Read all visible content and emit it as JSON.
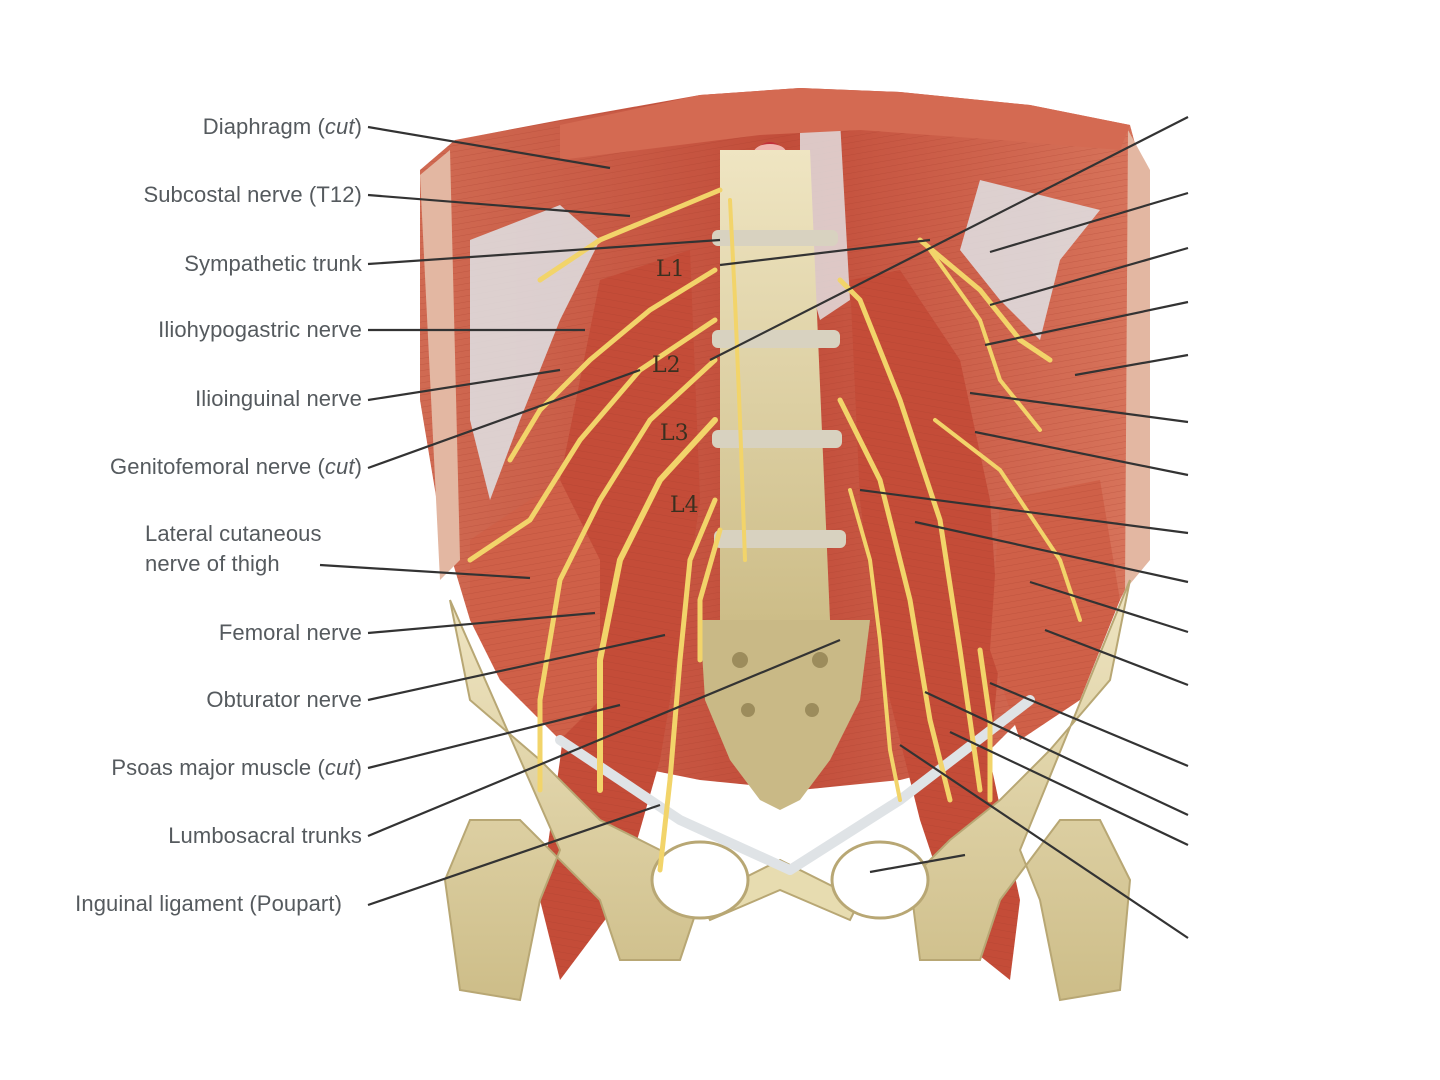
{
  "labels_left": [
    {
      "id": "diaphragm",
      "text": "Diaphragm (",
      "italic": "cut",
      "suffix": ")"
    },
    {
      "id": "subcostal",
      "text": "Subcostal nerve (T12)"
    },
    {
      "id": "sympathetic",
      "text": "Sympathetic trunk"
    },
    {
      "id": "iliohypogastric",
      "text": "Iliohypogastric nerve"
    },
    {
      "id": "ilioinguinal",
      "text": "Ilioinguinal nerve"
    },
    {
      "id": "genitofemoral",
      "text": "Genitofemoral nerve (",
      "italic": "cut",
      "suffix": ")"
    },
    {
      "id": "lateral-cutaneous",
      "line1": "Lateral cutaneous",
      "line2": "nerve of thigh"
    },
    {
      "id": "femoral",
      "text": "Femoral nerve"
    },
    {
      "id": "obturator",
      "text": "Obturator nerve"
    },
    {
      "id": "psoas",
      "text": "Psoas major muscle (",
      "italic": "cut",
      "suffix": ")"
    },
    {
      "id": "lumbosacral",
      "text": "Lumbosacral trunks"
    },
    {
      "id": "inguinal",
      "text": "Inguinal ligament (Poupart)"
    }
  ],
  "vertebra_labels": [
    "L1",
    "L2",
    "L3",
    "L4"
  ],
  "colors": {
    "muscle": "#c8553f",
    "muscle_light": "#e08a6f",
    "fascia": "#d9dde0",
    "nerve": "#f2d46a",
    "bone": "#e6d9a8",
    "bone_shade": "#b8a774",
    "leader": "#333333",
    "label": "#555a5e"
  }
}
